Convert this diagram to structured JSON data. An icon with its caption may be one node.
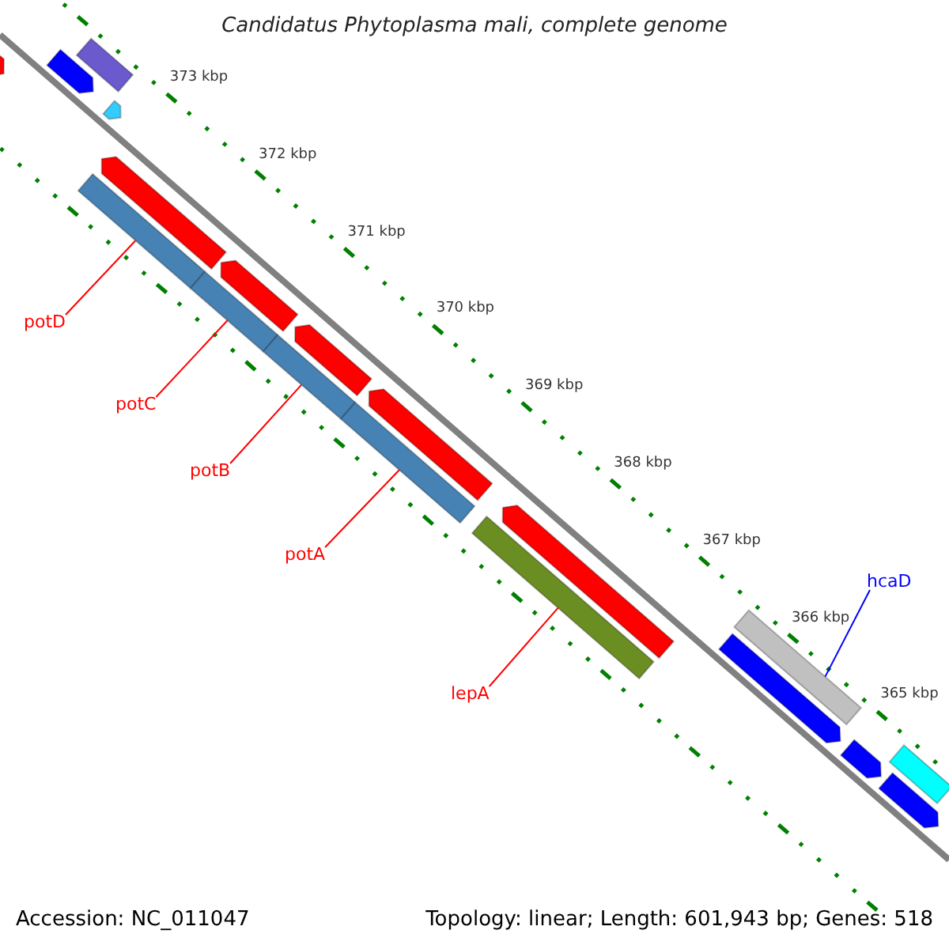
{
  "diagram": {
    "title": "Candidatus Phytoplasma mali, complete genome",
    "nodes": [
      {
        "text": [
          "potD"
        ]
      },
      {
        "text": [
          "potC"
        ]
      },
      {
        "text": [
          "potB"
        ]
      },
      {
        "text": [
          "potA"
        ]
      },
      {
        "text": [
          "lepA"
        ]
      },
      {
        "text": [
          "hcaD"
        ]
      },
      {
        "text": [],
        "shape": "bar"
      },
      {
        "text": [],
        "shape": "bar"
      },
      {
        "text": [],
        "shape": "bar"
      },
      {
        "text": [],
        "shape": "bar"
      },
      {
        "text": [],
        "shape": "bar"
      },
      {
        "text": [],
        "shape": "bar"
      }
    ],
    "edges": [
      {
        "from": 0,
        "to": 6,
        "arrow": "none"
      },
      {
        "from": 1,
        "to": 7,
        "arrow": "none"
      },
      {
        "from": 2,
        "to": 8,
        "arrow": "none"
      },
      {
        "from": 3,
        "to": 9,
        "arrow": "none"
      },
      {
        "from": 4,
        "to": 10,
        "arrow": "none"
      },
      {
        "from": 5,
        "to": 11,
        "arrow": "none",
        "color": "#0000ff"
      }
    ],
    "labels": [
      "373 kbp",
      "372 kbp",
      "371 kbp",
      "370 kbp",
      "369 kbp",
      "368 kbp",
      "367 kbp",
      "366 kbp",
      "365 kbp",
      "Accession: NC_011047",
      "Topology: linear; Length: 601,943 bp; Genes: 518"
    ]
  }
}
